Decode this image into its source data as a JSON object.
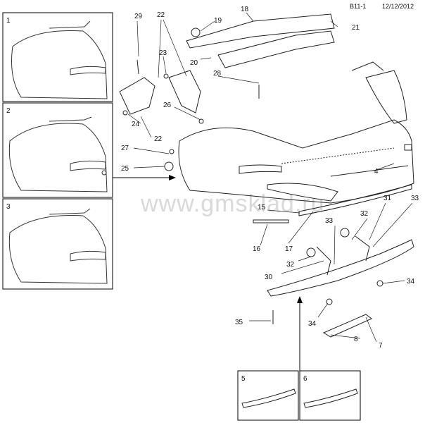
{
  "header": {
    "code": "B11-1",
    "date": "12/12/2012"
  },
  "watermark": "www.gmsklad.ru",
  "insets": [
    {
      "label": "1"
    },
    {
      "label": "2"
    },
    {
      "label": "3"
    },
    {
      "label": "5"
    },
    {
      "label": "6"
    }
  ],
  "callouts": [
    "29",
    "22",
    "19",
    "18",
    "21",
    "23",
    "20",
    "28",
    "26",
    "24",
    "22",
    "27",
    "25",
    "4",
    "15",
    "16",
    "17",
    "31",
    "33",
    "32",
    "33",
    "32",
    "30",
    "34",
    "35",
    "34",
    "8",
    "7"
  ]
}
